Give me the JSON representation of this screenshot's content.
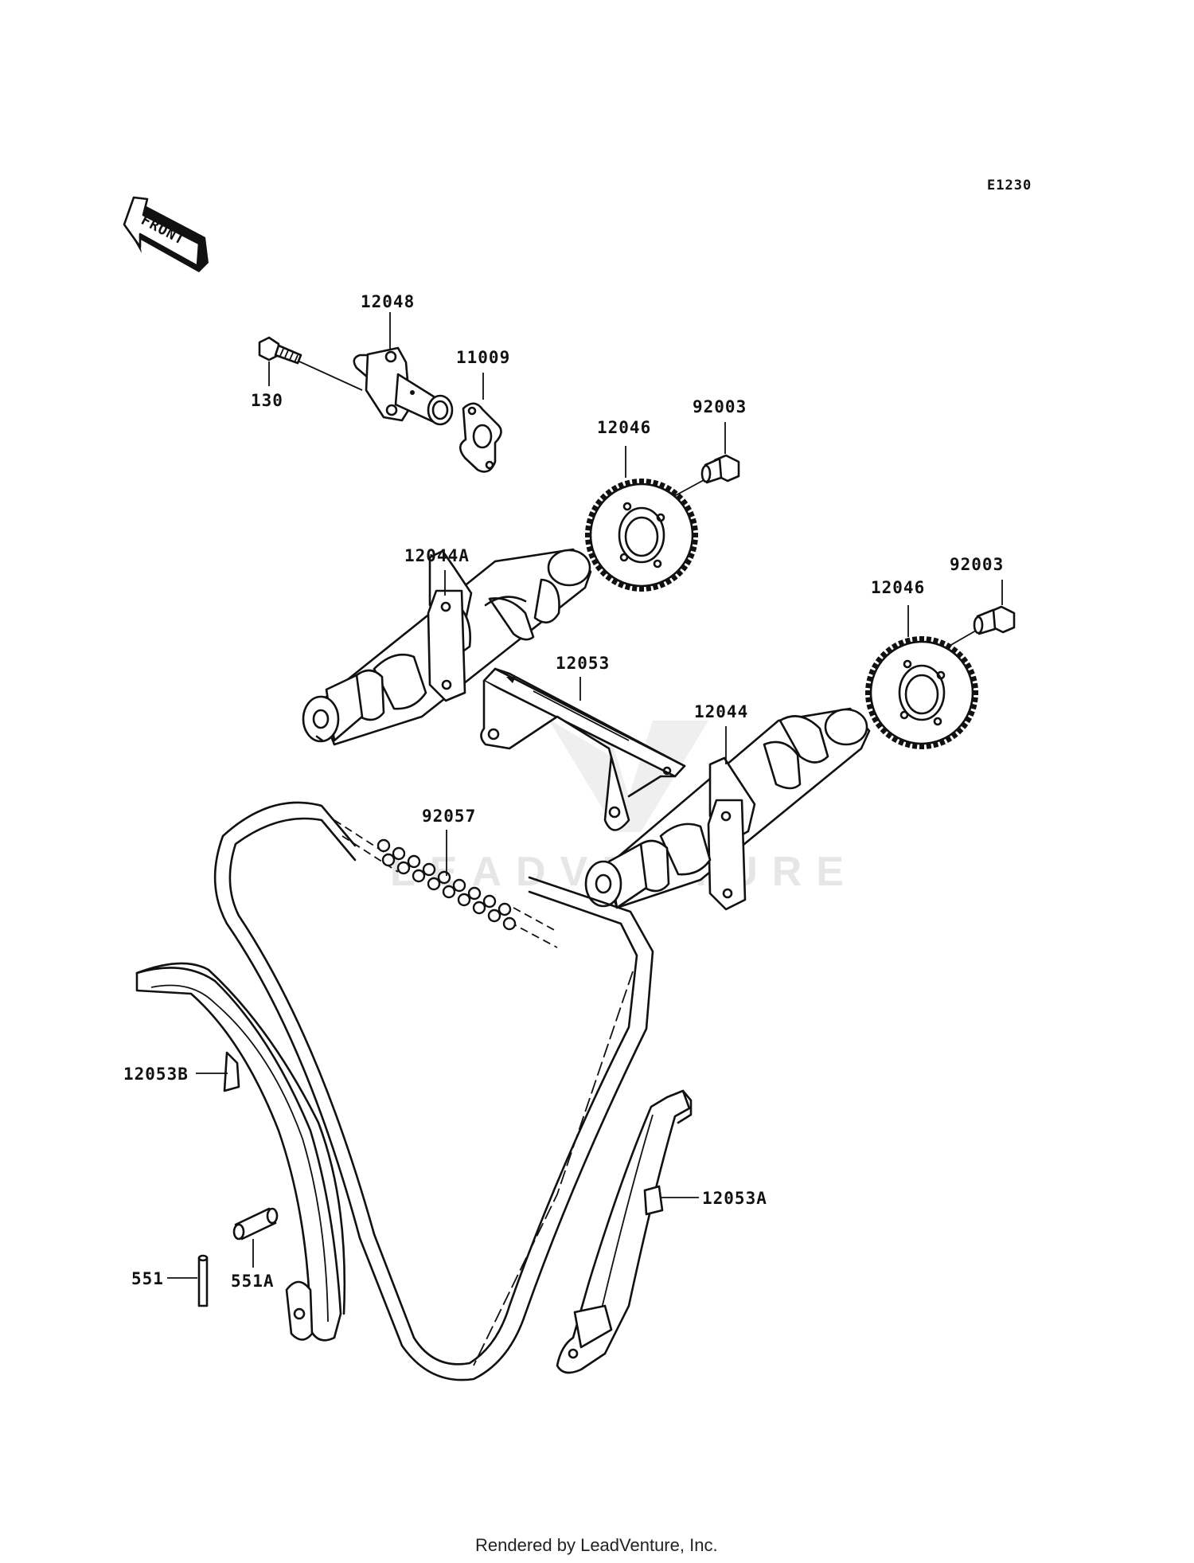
{
  "diagram_code": "E1230",
  "front_label": "FRONT",
  "watermark": "LEADVENTURE",
  "footer": "Rendered by LeadVenture, Inc.",
  "colors": {
    "line": "#111111",
    "background": "#ffffff",
    "watermark": "#e6e6e6"
  },
  "parts": [
    {
      "id": "p130",
      "label": "130"
    },
    {
      "id": "p12048",
      "label": "12048"
    },
    {
      "id": "p11009",
      "label": "11009"
    },
    {
      "id": "p92003a",
      "label": "92003"
    },
    {
      "id": "p12046a",
      "label": "12046"
    },
    {
      "id": "p12044a",
      "label": "12044A"
    },
    {
      "id": "p92003b",
      "label": "92003"
    },
    {
      "id": "p12046b",
      "label": "12046"
    },
    {
      "id": "p12053",
      "label": "12053"
    },
    {
      "id": "p12044",
      "label": "12044"
    },
    {
      "id": "p92057",
      "label": "92057"
    },
    {
      "id": "p12053b",
      "label": "12053B"
    },
    {
      "id": "p12053a",
      "label": "12053A"
    },
    {
      "id": "p551",
      "label": "551"
    },
    {
      "id": "p551a",
      "label": "551A"
    }
  ]
}
